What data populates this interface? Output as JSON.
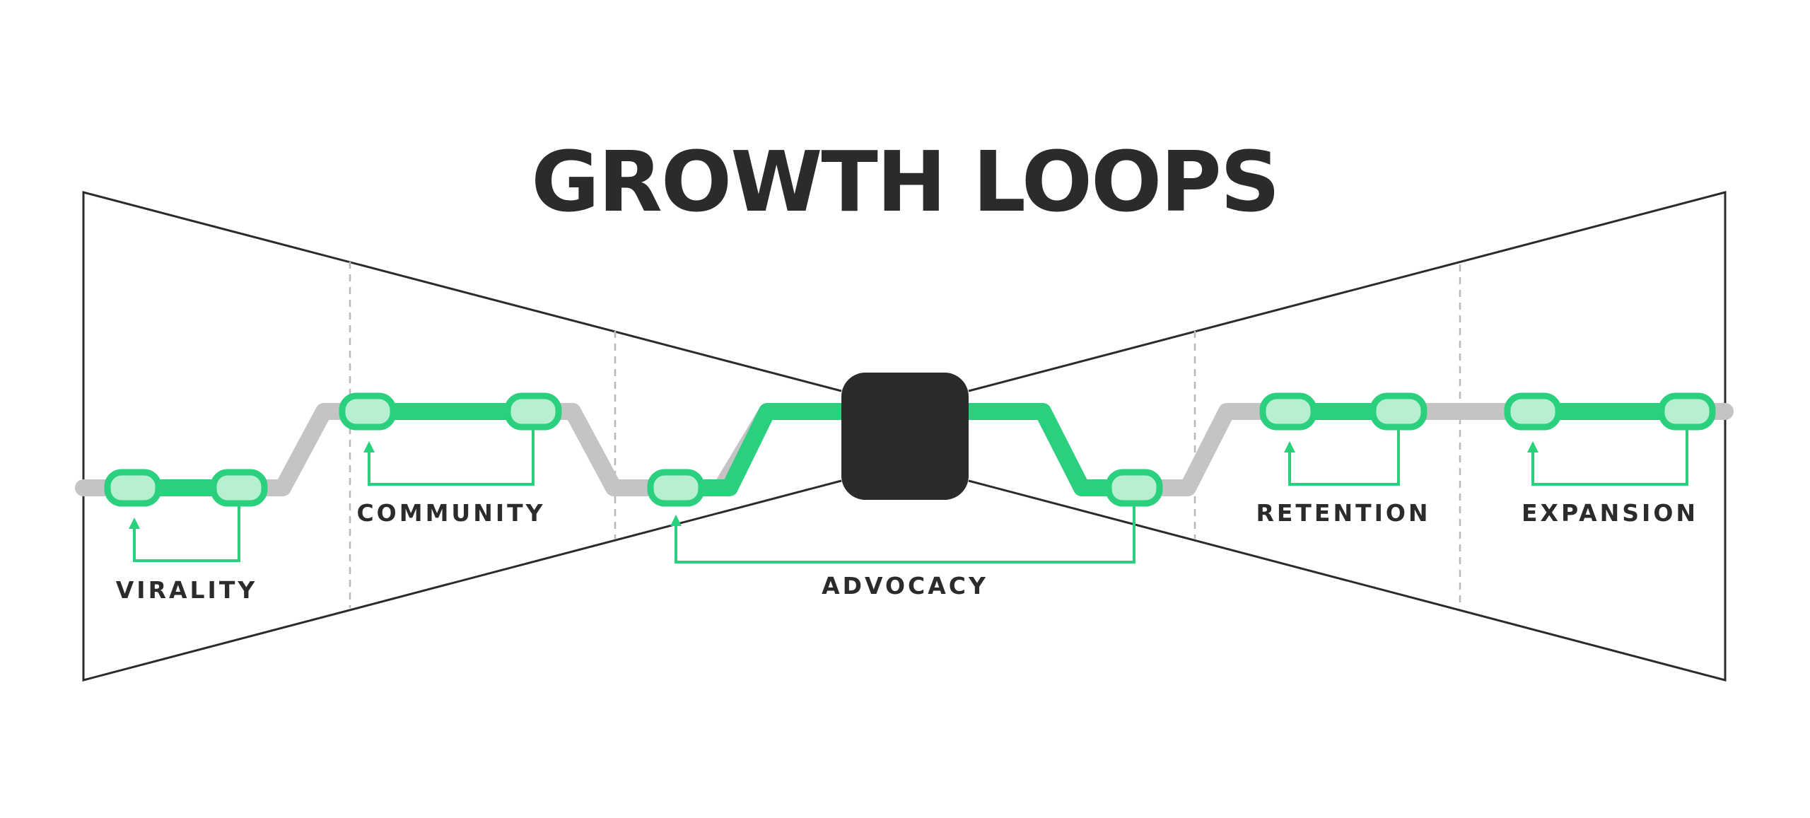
{
  "title": "GROWTH LOOPS",
  "stages": [
    {
      "id": "virality",
      "label": "VIRALITY"
    },
    {
      "id": "community",
      "label": "COMMUNITY"
    },
    {
      "id": "advocacy",
      "label": "ADVOCACY"
    },
    {
      "id": "retention",
      "label": "RETENTION"
    },
    {
      "id": "expansion",
      "label": "EXPANSION"
    }
  ],
  "colors": {
    "accent_green": "#2ad07d",
    "node_fill": "#b6f0d1",
    "inactive_path": "#c4c4c4",
    "ink": "#2b2b2b"
  }
}
